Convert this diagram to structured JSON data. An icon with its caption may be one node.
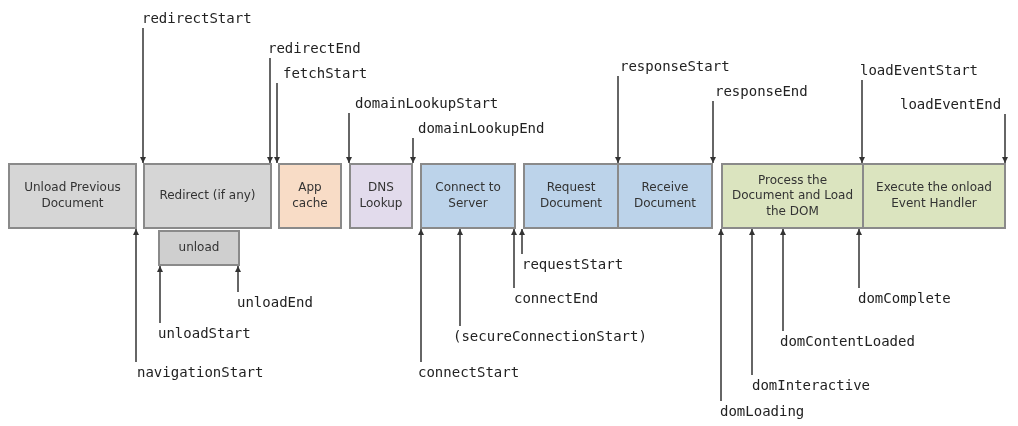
{
  "diagram": {
    "nodes": [
      {
        "text": [
          "Unload Previous Document"
        ]
      },
      {
        "text": [
          "Redirect (if any)"
        ]
      },
      {
        "text": [
          "unload"
        ]
      },
      {
        "text": [
          "App cache"
        ]
      },
      {
        "text": [
          "DNS Lookup"
        ]
      },
      {
        "text": [
          "Connect to Server"
        ]
      },
      {
        "text": [
          "Request Document"
        ]
      },
      {
        "text": [
          "Receive Document"
        ]
      },
      {
        "text": [
          "Process the Document and Load the DOM"
        ]
      },
      {
        "text": [
          "Execute the onload Event Handler"
        ]
      },
      {
        "text": [
          "redirectStart"
        ]
      },
      {
        "text": [
          "redirectEnd"
        ]
      },
      {
        "text": [
          "fetchStart"
        ]
      },
      {
        "text": [
          "domainLookupStart"
        ]
      },
      {
        "text": [
          "domainLookupEnd"
        ]
      },
      {
        "text": [
          "responseStart"
        ]
      },
      {
        "text": [
          "responseEnd"
        ]
      },
      {
        "text": [
          "loadEventStart"
        ]
      },
      {
        "text": [
          "loadEventEnd"
        ]
      },
      {
        "text": [
          "navigationStart"
        ]
      },
      {
        "text": [
          "unloadStart"
        ]
      },
      {
        "text": [
          "unloadEnd"
        ]
      },
      {
        "text": [
          "connectStart"
        ]
      },
      {
        "text": [
          "(secureConnectionStart)"
        ]
      },
      {
        "text": [
          "connectEnd"
        ]
      },
      {
        "text": [
          "requestStart"
        ]
      },
      {
        "text": [
          "domLoading"
        ]
      },
      {
        "text": [
          "domInteractive"
        ]
      },
      {
        "text": [
          "domContentLoaded"
        ]
      },
      {
        "text": [
          "domComplete"
        ]
      }
    ],
    "edges": [
      {
        "from": 10,
        "to": 1,
        "arrow": "to"
      },
      {
        "from": 11,
        "to": 1,
        "arrow": "to"
      },
      {
        "from": 12,
        "to": 3,
        "arrow": "to"
      },
      {
        "from": 13,
        "to": 4,
        "arrow": "to"
      },
      {
        "from": 14,
        "to": 4,
        "arrow": "to"
      },
      {
        "from": 15,
        "to": 7,
        "arrow": "to"
      },
      {
        "from": 16,
        "to": 7,
        "arrow": "to"
      },
      {
        "from": 17,
        "to": 9,
        "arrow": "to"
      },
      {
        "from": 18,
        "to": 9,
        "arrow": "to"
      },
      {
        "from": 19,
        "to": 0,
        "arrow": "to"
      },
      {
        "from": 20,
        "to": 2,
        "arrow": "to"
      },
      {
        "from": 21,
        "to": 2,
        "arrow": "to"
      },
      {
        "from": 22,
        "to": 5,
        "arrow": "to"
      },
      {
        "from": 23,
        "to": 5,
        "arrow": "to"
      },
      {
        "from": 24,
        "to": 5,
        "arrow": "to"
      },
      {
        "from": 25,
        "to": 6,
        "arrow": "to"
      },
      {
        "from": 26,
        "to": 8,
        "arrow": "to"
      },
      {
        "from": 27,
        "to": 8,
        "arrow": "to"
      },
      {
        "from": 28,
        "to": 8,
        "arrow": "to"
      },
      {
        "from": 29,
        "to": 8,
        "arrow": "to"
      }
    ]
  }
}
